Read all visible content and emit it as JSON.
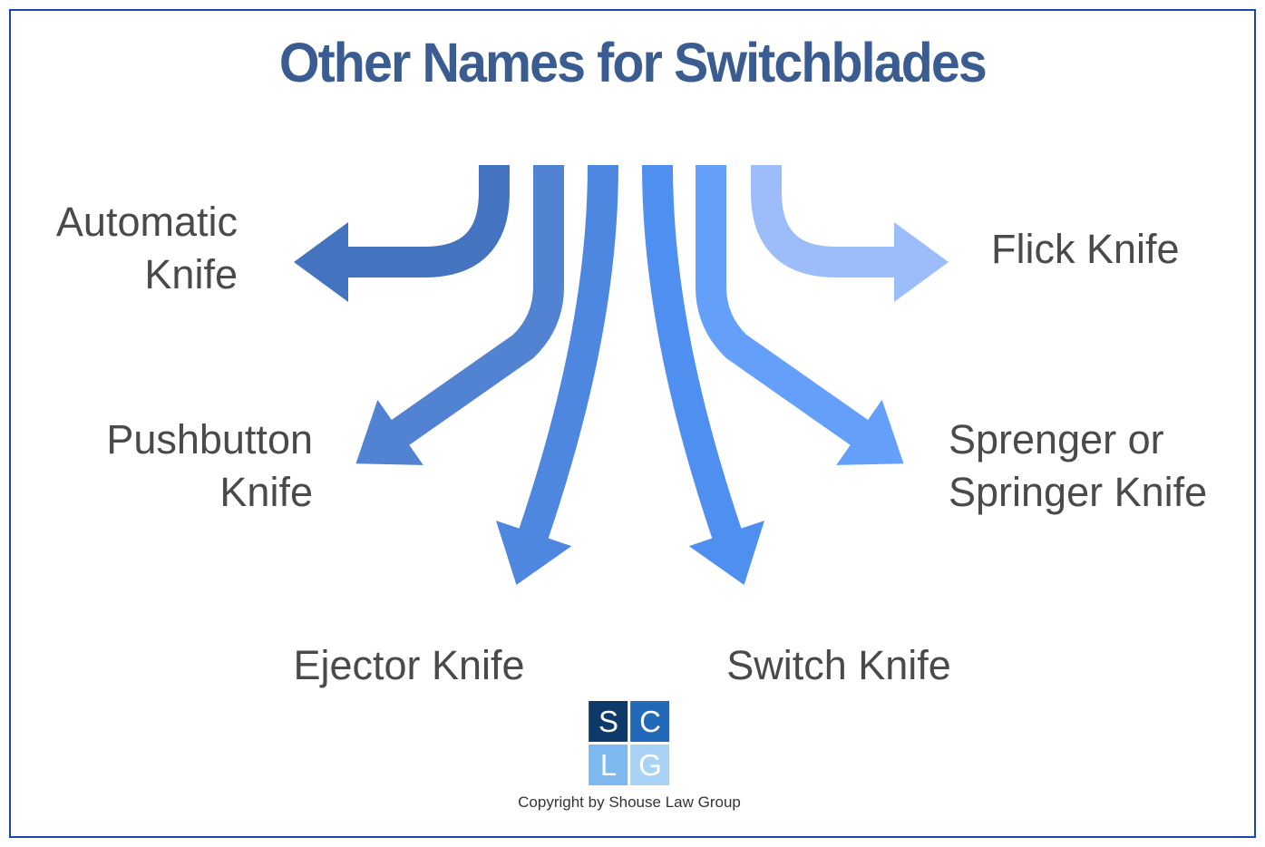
{
  "title": "Other Names for Switchblades",
  "colors": {
    "title_text": "#3a5c90",
    "border": "#1a47ad",
    "label_text": "#4a4a4a"
  },
  "knives": {
    "automatic": {
      "line1": "Automatic",
      "line2": "Knife",
      "arrow_color": "#4473c0"
    },
    "pushbutton": {
      "line1": "Pushbutton",
      "line2": "Knife",
      "arrow_color": "#5282d2"
    },
    "ejector": {
      "line1": "Ejector Knife",
      "arrow_color": "#4d87e0"
    },
    "switch": {
      "line1": "Switch Knife",
      "arrow_color": "#4f8ff0"
    },
    "sprenger": {
      "line1": "Sprenger or",
      "line2": "Springer Knife",
      "arrow_color": "#64a0fa"
    },
    "flick": {
      "line1": "Flick Knife",
      "arrow_color": "#9dbdfa"
    }
  },
  "logo": {
    "tiles": [
      {
        "letter": "S",
        "color": "#0e3a69"
      },
      {
        "letter": "C",
        "color": "#2269b9"
      },
      {
        "letter": "L",
        "color": "#7db9ef"
      },
      {
        "letter": "G",
        "color": "#a9d3f6"
      }
    ],
    "copyright_line1": "Copyright by",
    "copyright_line2": "Shouse Law Group"
  }
}
